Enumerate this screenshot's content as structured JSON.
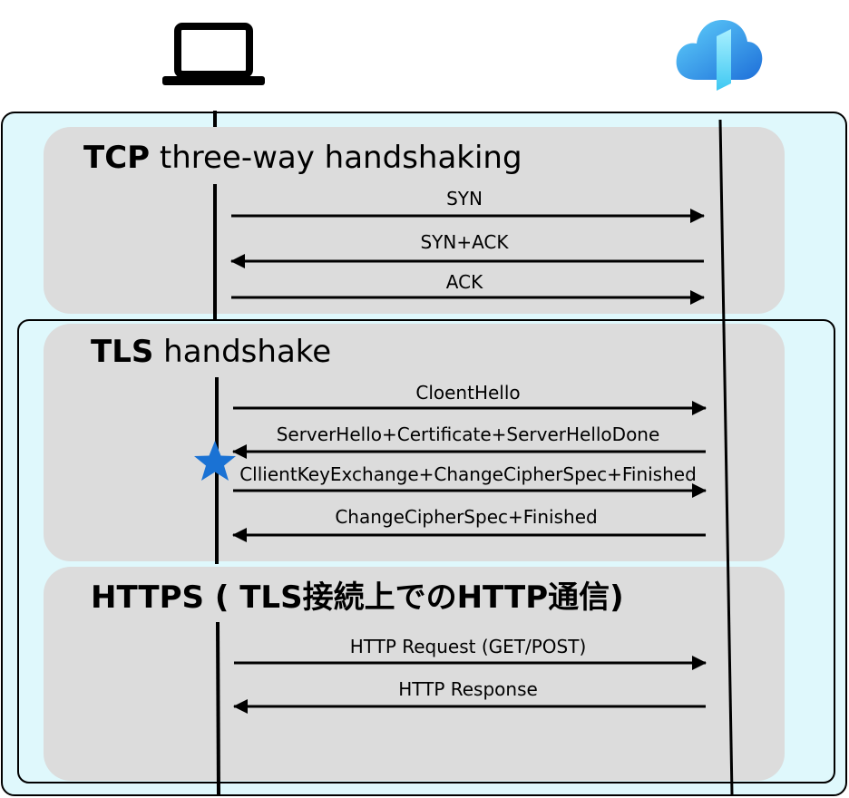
{
  "participants": {
    "client": "laptop-icon",
    "server": "cloud-icon"
  },
  "sections": [
    {
      "title_bold": "TCP",
      "title_rest": " three-way handshaking",
      "messages": [
        {
          "label": "SYN",
          "direction": "client-to-server"
        },
        {
          "label": "SYN+ACK",
          "direction": "server-to-client"
        },
        {
          "label": "ACK",
          "direction": "client-to-server"
        }
      ]
    },
    {
      "title_bold": "TLS",
      "title_rest": " handshake",
      "messages": [
        {
          "label": "CloentHello",
          "direction": "client-to-server"
        },
        {
          "label": "ServerHello+Certificate+ServerHelloDone",
          "direction": "server-to-client"
        },
        {
          "label": "CllientKeyExchange+ChangeCipherSpec+Finished",
          "direction": "client-to-server"
        },
        {
          "label": "ChangeCipherSpec+Finished",
          "direction": "server-to-client"
        }
      ]
    },
    {
      "title_bold": "HTTPS ( TLS接続上でのHTTP通信)",
      "title_rest": "",
      "messages": [
        {
          "label": "HTTP Request (GET/POST)",
          "direction": "client-to-server"
        },
        {
          "label": "HTTP Response",
          "direction": "server-to-client"
        }
      ]
    }
  ],
  "colors": {
    "outer_panel": "#dff8fc",
    "section_panel": "#dcdcdc",
    "line": "#000000",
    "star": "#1a72d4",
    "cloud_light": "#4cc3f5",
    "cloud_dark": "#1565c0"
  }
}
